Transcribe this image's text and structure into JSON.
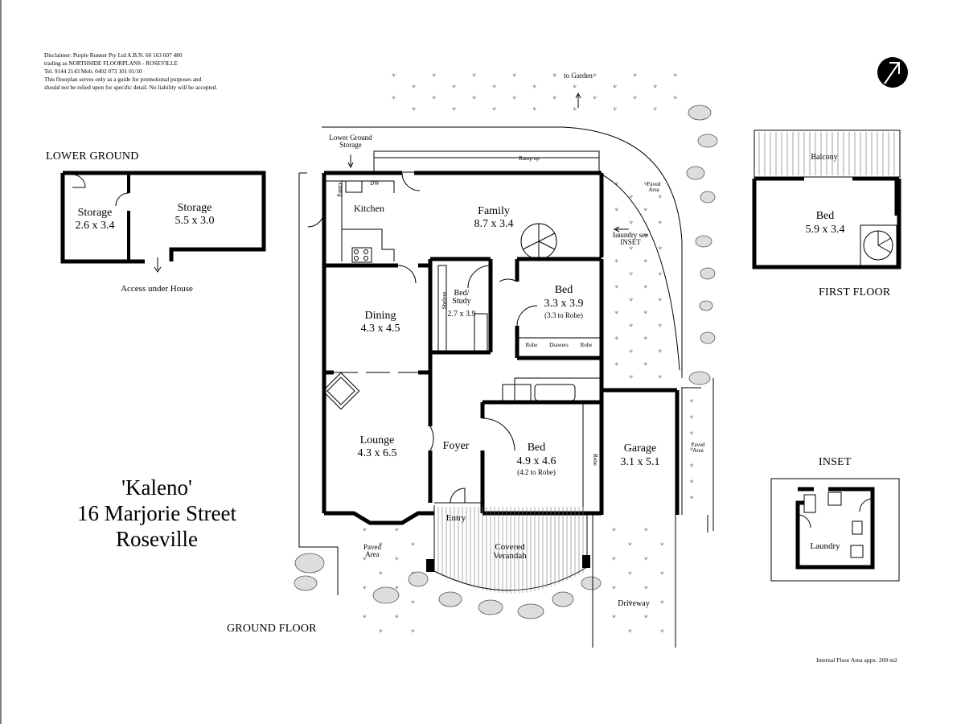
{
  "disclaimer": [
    "Disclaimer: Purple Runner Pty Ltd A.B.N. 60 163 607 480",
    "trading as NORTHSIDE FLOORPLANS - ROSEVILLE",
    "Tel. 9144 2143          Mob. 0402 073 101          01/10",
    "This floorplan serves only as a guide for promotional purposes and",
    "should not be relied upon for specific detail. No liability will be accepted."
  ],
  "property": {
    "name": "'Kaleno'",
    "street": "16 Marjorie Street",
    "suburb": "Roseville"
  },
  "levels": {
    "lower_ground": "LOWER GROUND",
    "ground_floor": "GROUND FLOOR",
    "first_floor": "FIRST FLOOR",
    "inset": "INSET"
  },
  "rooms": {
    "storage_1": {
      "name": "Storage",
      "dim": "2.6 x 3.4"
    },
    "storage_2": {
      "name": "Storage",
      "dim": "5.5 x 3.0"
    },
    "kitchen": {
      "name": "Kitchen"
    },
    "family": {
      "name": "Family",
      "dim": "8.7 x 3.4"
    },
    "dining": {
      "name": "Dining",
      "dim": "4.3 x 4.5"
    },
    "study": {
      "name": "Bed/ Study",
      "dim": "2.7 x 3.9"
    },
    "bed_1": {
      "name": "Bed",
      "dim": "3.3 x 3.9",
      "note": "(3.3 to Robe)"
    },
    "lounge": {
      "name": "Lounge",
      "dim": "4.3 x 6.5"
    },
    "foyer": {
      "name": "Foyer"
    },
    "bed_2": {
      "name": "Bed",
      "dim": "4.9 x 4.6",
      "note": "(4.2 to Robe)"
    },
    "garage": {
      "name": "Garage",
      "dim": "3.1 x 5.1"
    },
    "entry": {
      "name": "Entry"
    },
    "verandah": {
      "name": "Covered Verandah"
    },
    "bed_3": {
      "name": "Bed",
      "dim": "5.9 x 3.4"
    },
    "balcony": {
      "name": "Balcony"
    },
    "laundry": {
      "name": "Laundry"
    }
  },
  "annotations": {
    "access": "Access under House",
    "lower_ground_storage": "Lower Ground Storage",
    "to_garden": "to Garden",
    "ramp_up": "Ramp up",
    "paved_area": "Paved Area",
    "laundry_see_inset": "Laundry see INSET",
    "driveway": "Driveway",
    "shelves": "Shelves",
    "robe": "Robe",
    "drawers": "Drawers",
    "dw": "DW",
    "pantry": "Pantry"
  },
  "internal_area": "Internal Floor Area appx: 209 m2"
}
